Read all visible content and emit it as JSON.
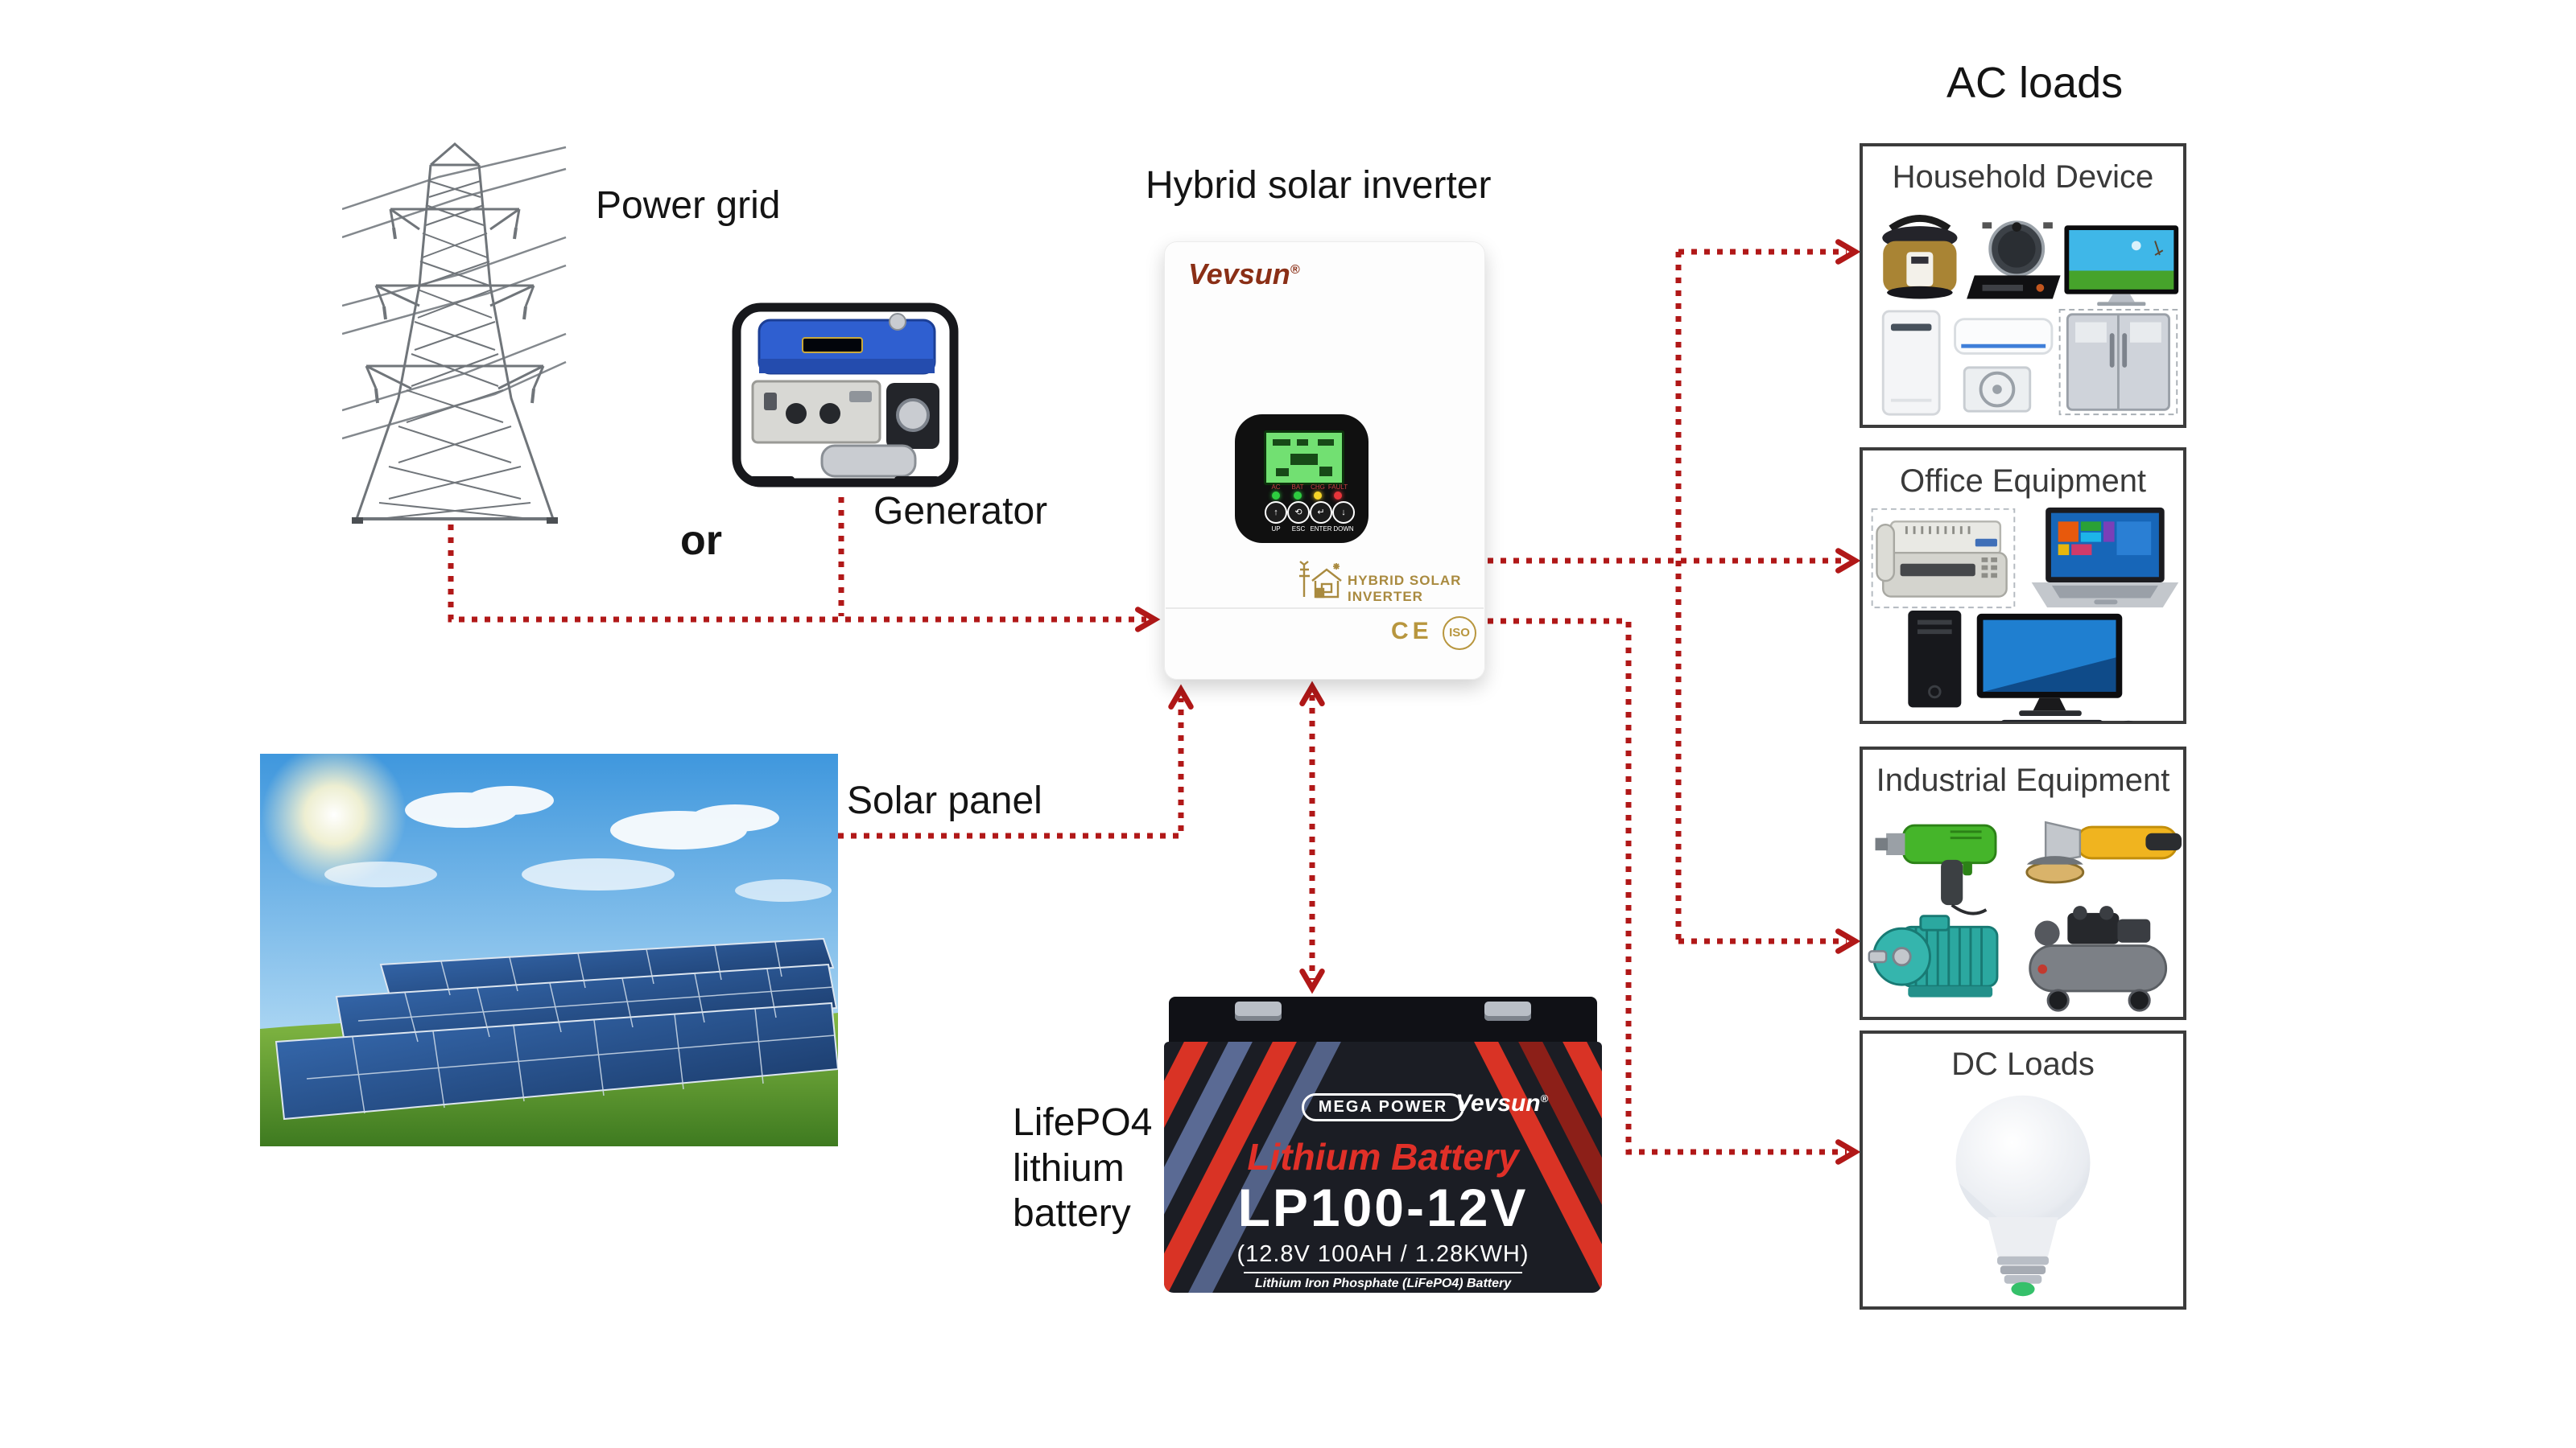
{
  "labels": {
    "power_grid": "Power grid",
    "or": "or",
    "generator": "Generator",
    "inverter_title": "Hybrid solar inverter",
    "solar_panel": "Solar panel",
    "ac_loads": "AC loads",
    "battery_line1": "LifePO4",
    "battery_line2": "lithium",
    "battery_line3": "battery"
  },
  "inverter": {
    "brand": "Vevsun",
    "reg": "®",
    "tagline": "HYBRID SOLAR INVERTER",
    "led_labels": [
      "AC",
      "BAT",
      "CHG",
      "FAULT"
    ],
    "buttons": [
      "UP",
      "ESC",
      "ENTER",
      "DOWN"
    ],
    "button_glyphs": [
      "↑",
      "⟲",
      "↵",
      "↓"
    ],
    "marks": [
      "CE",
      "ISO"
    ]
  },
  "battery": {
    "badge": "MEGA POWER",
    "brand": "Vevsun",
    "reg": "®",
    "product": "Lithium Battery",
    "model": "LP100-12V",
    "spec": "(12.8V 100AH / 1.28KWH)",
    "chemistry": "Lithium Iron Phosphate (LiFePO4) Battery"
  },
  "load_boxes": [
    {
      "title": "Household Device"
    },
    {
      "title": "Office Equipment"
    },
    {
      "title": "Industrial Equipment"
    },
    {
      "title": "DC Loads"
    }
  ],
  "colors": {
    "arrow": "#b11818",
    "gold": "#b8963e",
    "brand_red": "#8a2f16",
    "battery_red": "#d93325",
    "battery_blue": "#5a6a94",
    "box_border": "#3c3c3c"
  }
}
